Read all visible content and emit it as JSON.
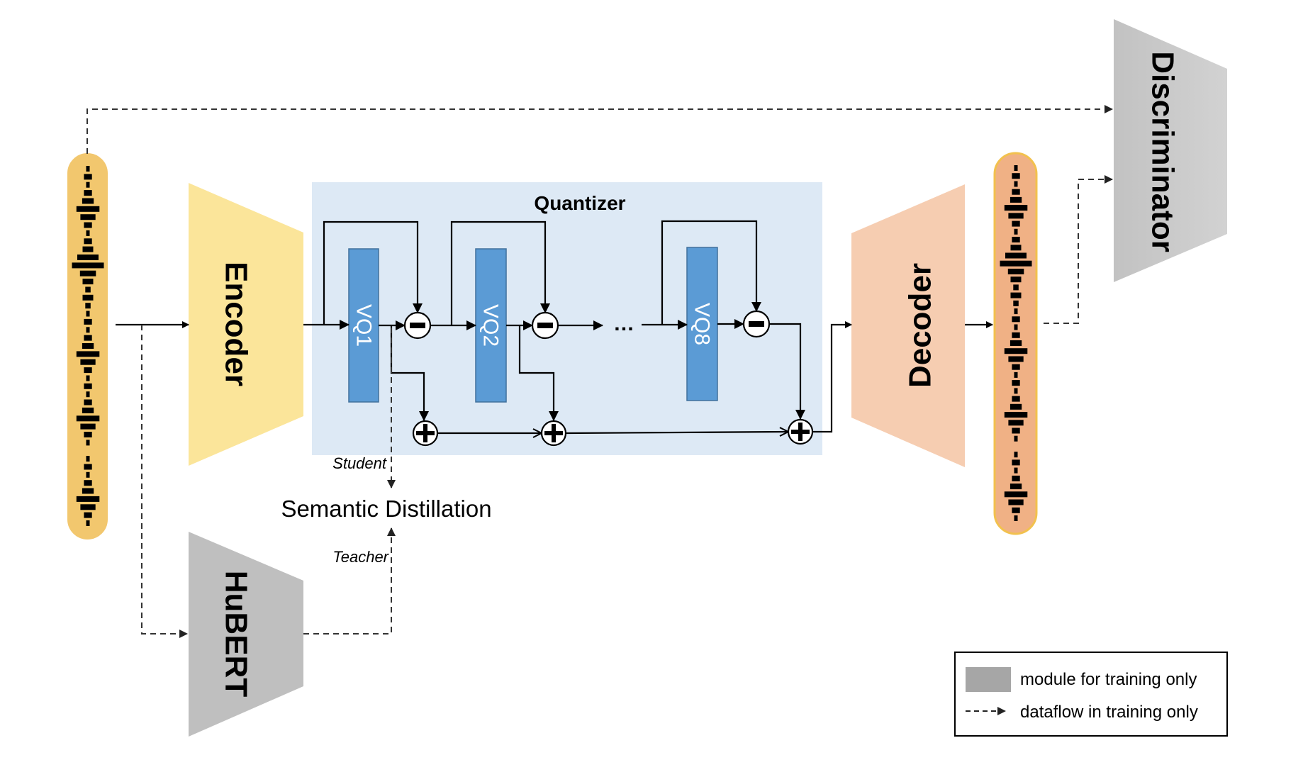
{
  "figure": {
    "modules": {
      "encoder": {
        "label": "Encoder",
        "color": "#FBE59A"
      },
      "decoder": {
        "label": "Decoder",
        "color": "#F6CDB1"
      },
      "hubert": {
        "label": "HuBERT",
        "color": "#BFBFBF",
        "training_only": true
      },
      "discriminator": {
        "label": "Discriminator",
        "color": "#C8C8C8",
        "training_only": true
      }
    },
    "quantizer": {
      "title": "Quantizer",
      "background": "#DDE9F5",
      "vq_color": "#5B9BD5",
      "vq_border": "#41719C",
      "stages": [
        {
          "label": "VQ1"
        },
        {
          "label": "VQ2"
        },
        {
          "label": "VQ8"
        }
      ],
      "ellipsis": "…",
      "subtract_symbol": "−",
      "add_symbol": "+"
    },
    "waveforms": {
      "input": {
        "fill": "#F2C76E",
        "border": "#F2C76E"
      },
      "output": {
        "fill": "#F0B185",
        "border": "#F2C14E"
      },
      "bar_amplitudes": [
        0.2,
        0.45,
        0.2,
        0.45,
        0.65,
        1.3,
        0.85,
        0.45,
        0.2,
        0.45,
        0.6,
        1.2,
        1.8,
        0.9,
        0.6,
        0.3,
        0.6,
        0.3,
        0.2,
        0.45,
        0.2,
        0.45,
        0.65,
        1.3,
        0.85,
        0.45,
        0.2,
        0.45,
        0.2,
        0.45,
        0.65,
        1.3,
        0.85,
        0.45,
        0.2,
        0,
        0.2,
        0.45,
        0.2,
        0.45,
        0.65,
        1.3,
        0.85,
        0.45,
        0.2
      ]
    },
    "semantic_distillation": {
      "label": "Semantic Distillation",
      "student_label": "Student",
      "teacher_label": "Teacher"
    },
    "legend": {
      "items": [
        {
          "kind": "swatch",
          "color": "#A6A6A6",
          "label": "module for training only"
        },
        {
          "kind": "dashed-arrow",
          "label": "dataflow in training only"
        }
      ]
    }
  }
}
